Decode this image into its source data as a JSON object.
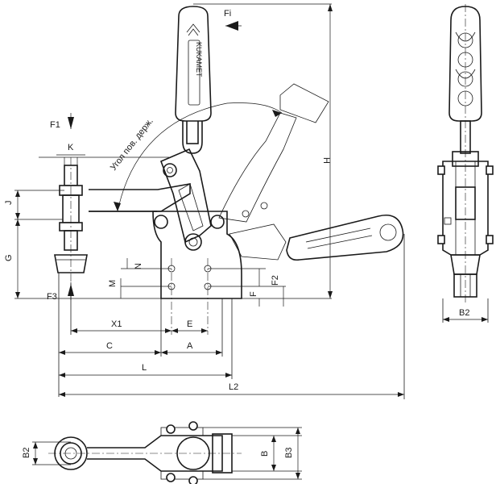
{
  "labels": {
    "fi": "Fi",
    "f1": "F1",
    "k": "K",
    "j": "J",
    "g": "G",
    "f3": "F3",
    "n": "N",
    "m": "M",
    "f2": "F2",
    "f": "F",
    "h": "H",
    "x1": "X1",
    "e": "E",
    "c": "C",
    "a": "A",
    "l": "L",
    "l2": "L2",
    "b2_side": "B2",
    "b2_bottom": "B2",
    "b": "B",
    "b3": "B3",
    "angle_note": "Угол пов. держ.",
    "brand": "KUKAMET"
  }
}
